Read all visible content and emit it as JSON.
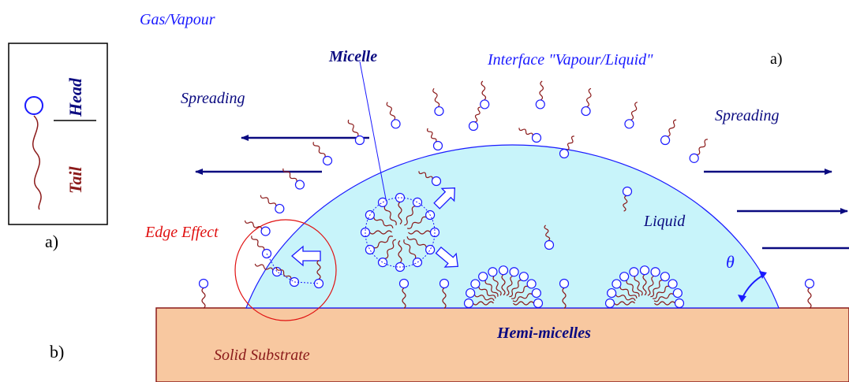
{
  "labels": {
    "gas_vapour": "Gas/Vapour",
    "micelle": "Micelle",
    "interface": "Interface \"Vapour/Liquid\"",
    "panel_a_right": "a)",
    "spreading_left": "Spreading",
    "spreading_right": "Spreading",
    "liquid": "Liquid",
    "theta": "θ",
    "edge_effect": "Edge Effect",
    "hemi_micelles": "Hemi-micelles",
    "solid_substrate": "Solid Substrate",
    "legend_head": "Head",
    "legend_tail": "Tail",
    "legend_a": "a)",
    "legend_b": "b)"
  },
  "colors": {
    "liquid_fill": "#c8f4fa",
    "interface_line": "#1a1aff",
    "substrate_fill": "#f8c8a0",
    "substrate_edge": "#8b1a1a",
    "tail": "#8b1a1a",
    "head_stroke": "#1a1aff",
    "arrow": "#0a0a80",
    "edge_circle": "#e01010"
  }
}
